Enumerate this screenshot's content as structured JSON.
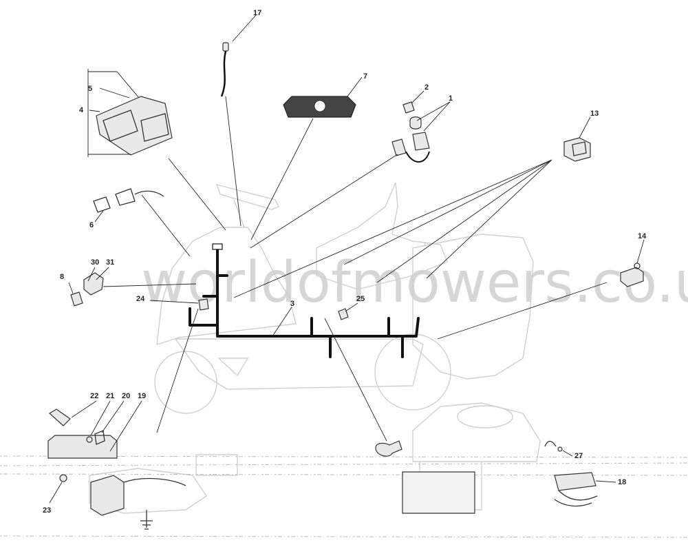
{
  "watermark": "worldofmowers.co.uk",
  "colors": {
    "line": "#222222",
    "ghost": "#cfcfcf",
    "harness": "#111111",
    "watermark": "#d6d6d6"
  },
  "callouts": [
    {
      "id": "1",
      "label": "1"
    },
    {
      "id": "2",
      "label": "2"
    },
    {
      "id": "3",
      "label": "3"
    },
    {
      "id": "4",
      "label": "4"
    },
    {
      "id": "5",
      "label": "5"
    },
    {
      "id": "6",
      "label": "6"
    },
    {
      "id": "7",
      "label": "7"
    },
    {
      "id": "8",
      "label": "8"
    },
    {
      "id": "13",
      "label": "13"
    },
    {
      "id": "14",
      "label": "14"
    },
    {
      "id": "17",
      "label": "17"
    },
    {
      "id": "18",
      "label": "18"
    },
    {
      "id": "19",
      "label": "19"
    },
    {
      "id": "20",
      "label": "20"
    },
    {
      "id": "21",
      "label": "21"
    },
    {
      "id": "22",
      "label": "22"
    },
    {
      "id": "23",
      "label": "23"
    },
    {
      "id": "24",
      "label": "24"
    },
    {
      "id": "25",
      "label": "25"
    },
    {
      "id": "27",
      "label": "27"
    },
    {
      "id": "30",
      "label": "30"
    },
    {
      "id": "31",
      "label": "31"
    }
  ]
}
